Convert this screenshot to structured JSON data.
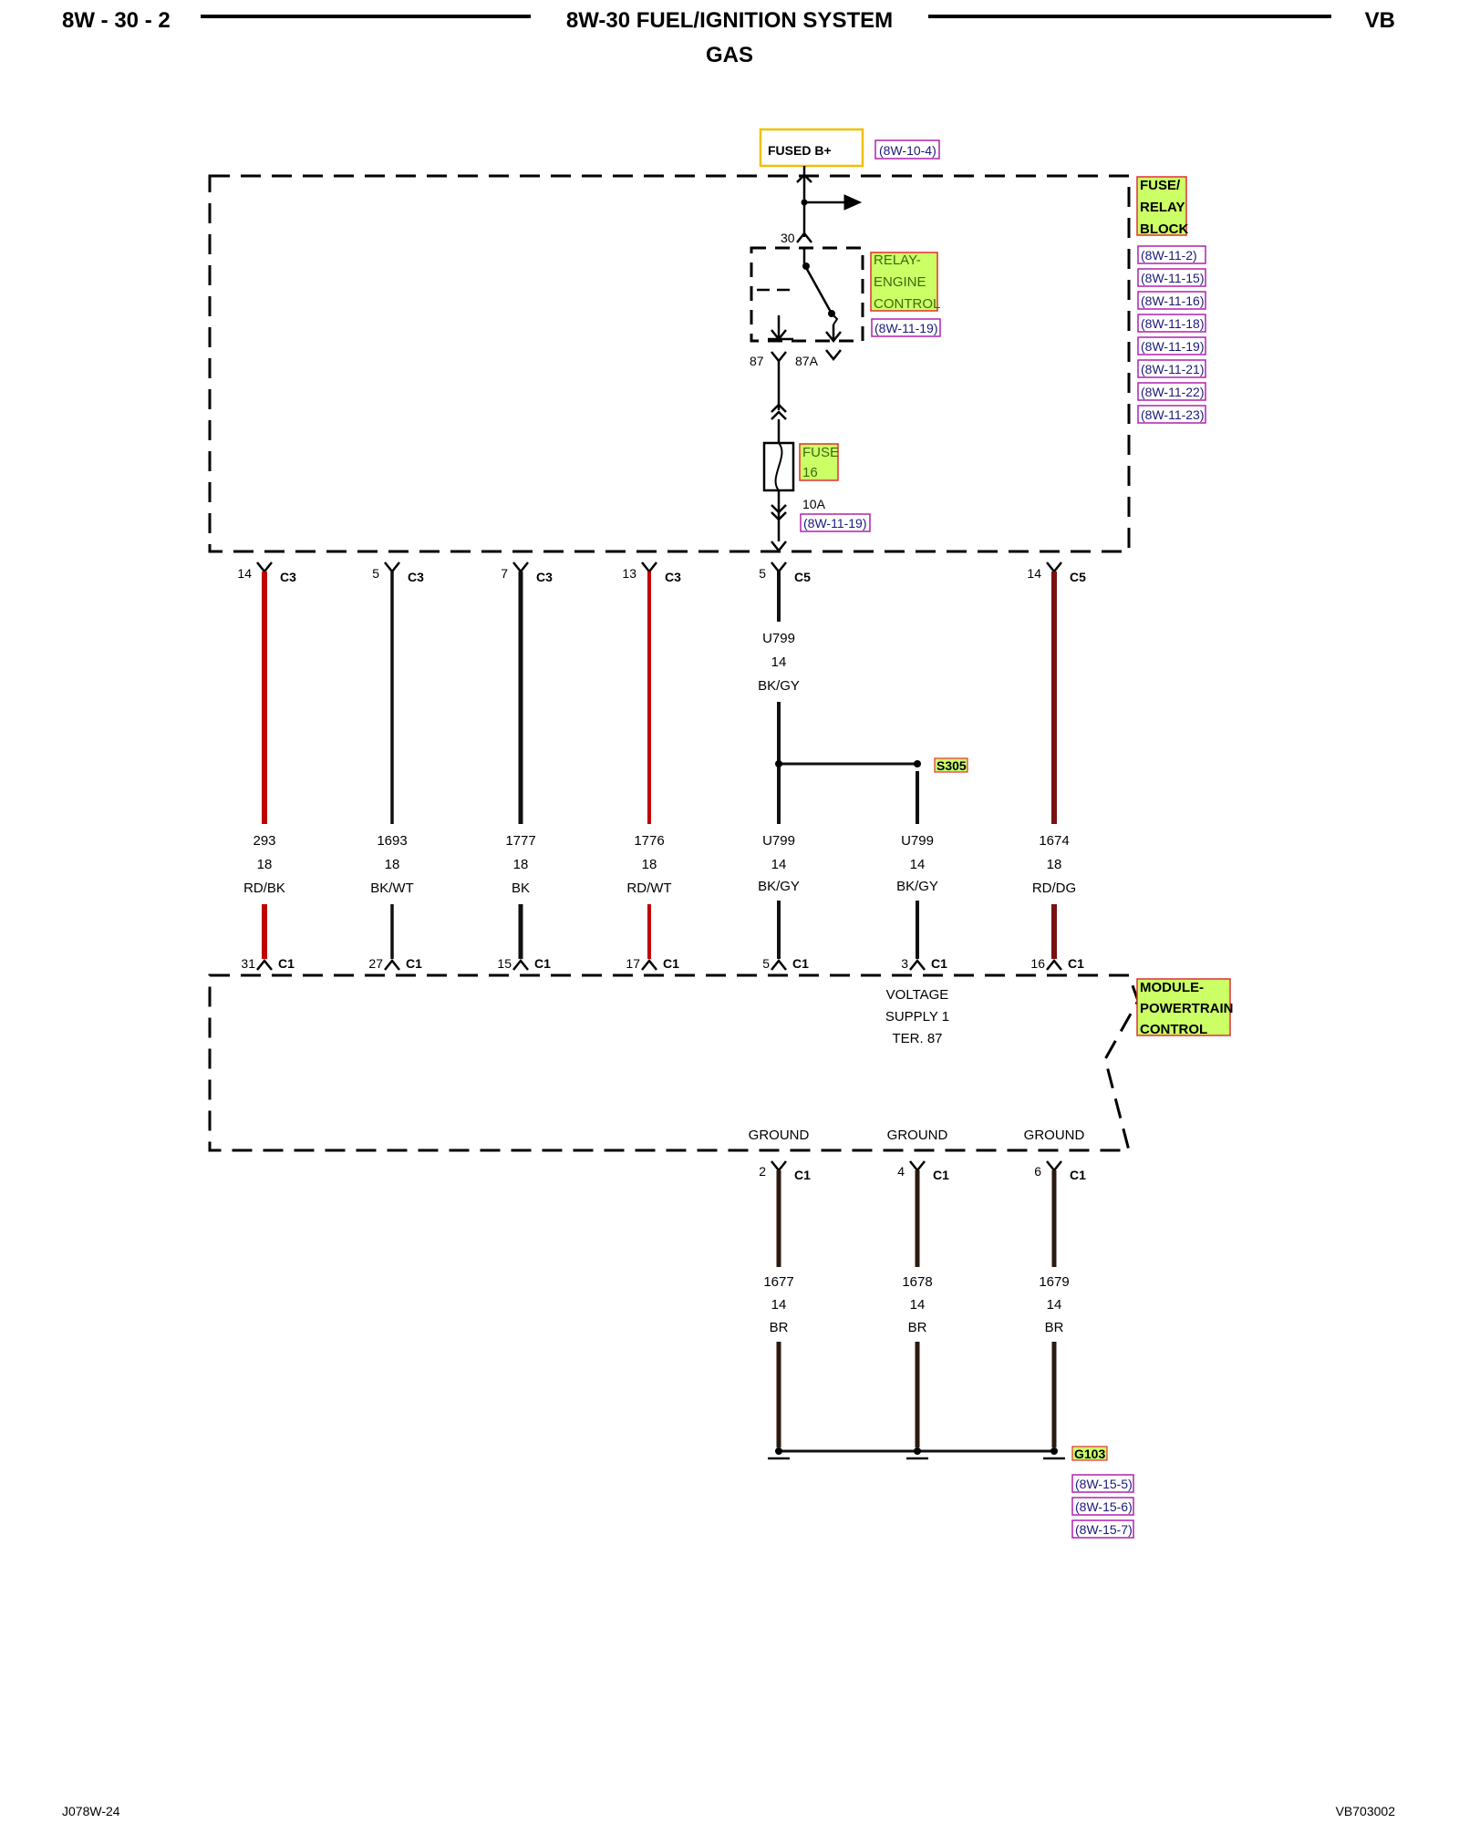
{
  "header": {
    "page": "8W - 30 - 2",
    "title": "8W-30 FUEL/IGNITION SYSTEM",
    "subtitle": "GAS",
    "model": "VB"
  },
  "fused_b": {
    "label": "FUSED B+",
    "ref": "(8W-10-4)"
  },
  "fuse_relay_block": {
    "label_lines": [
      "FUSE/",
      "RELAY",
      "BLOCK"
    ],
    "refs": [
      "(8W-11-2)",
      "(8W-11-15)",
      "(8W-11-16)",
      "(8W-11-18)",
      "(8W-11-19)",
      "(8W-11-21)",
      "(8W-11-22)",
      "(8W-11-23)"
    ]
  },
  "relay": {
    "label_lines": [
      "RELAY-",
      "ENGINE",
      "CONTROL"
    ],
    "ref": "(8W-11-19)",
    "pin_30": "30",
    "pin_87": "87",
    "pin_87a": "87A"
  },
  "fuse": {
    "label_lines": [
      "FUSE",
      "16"
    ],
    "rating": "10A",
    "ref": "(8W-11-19)"
  },
  "top_connectors": [
    {
      "pin": "14",
      "conn": "C3"
    },
    {
      "pin": "5",
      "conn": "C3"
    },
    {
      "pin": "7",
      "conn": "C3"
    },
    {
      "pin": "13",
      "conn": "C3"
    },
    {
      "pin": "5",
      "conn": "C5"
    },
    {
      "pin": "14",
      "conn": "C5"
    }
  ],
  "u799_upper": {
    "circuit": "U799",
    "gauge": "14",
    "color": "BK/GY"
  },
  "splice": {
    "label": "S305"
  },
  "wires": [
    {
      "circuit": "293",
      "gauge": "18",
      "color": "RD/BK"
    },
    {
      "circuit": "1693",
      "gauge": "18",
      "color": "BK/WT"
    },
    {
      "circuit": "1777",
      "gauge": "18",
      "color": "BK"
    },
    {
      "circuit": "1776",
      "gauge": "18",
      "color": "RD/WT"
    },
    {
      "circuit": "U799",
      "gauge": "14",
      "color": "BK/GY"
    },
    {
      "circuit": "U799",
      "gauge": "14",
      "color": "BK/GY"
    },
    {
      "circuit": "1674",
      "gauge": "18",
      "color": "RD/DG"
    }
  ],
  "module_connectors": [
    {
      "pin": "31",
      "conn": "C1"
    },
    {
      "pin": "27",
      "conn": "C1"
    },
    {
      "pin": "15",
      "conn": "C1"
    },
    {
      "pin": "17",
      "conn": "C1"
    },
    {
      "pin": "5",
      "conn": "C1"
    },
    {
      "pin": "3",
      "conn": "C1"
    },
    {
      "pin": "16",
      "conn": "C1"
    }
  ],
  "module": {
    "label_lines": [
      "MODULE-",
      "POWERTRAIN",
      "CONTROL"
    ],
    "voltage_lines": [
      "VOLTAGE",
      "SUPPLY 1",
      "TER. 87"
    ],
    "ground_label": "GROUND"
  },
  "ground_connectors": [
    {
      "pin": "2",
      "conn": "C1"
    },
    {
      "pin": "4",
      "conn": "C1"
    },
    {
      "pin": "6",
      "conn": "C1"
    }
  ],
  "ground_wires": [
    {
      "circuit": "1677",
      "gauge": "14",
      "color": "BR"
    },
    {
      "circuit": "1678",
      "gauge": "14",
      "color": "BR"
    },
    {
      "circuit": "1679",
      "gauge": "14",
      "color": "BR"
    }
  ],
  "ground_point": {
    "label": "G103",
    "refs": [
      "(8W-15-5)",
      "(8W-15-6)",
      "(8W-15-7)"
    ]
  },
  "footer": {
    "left": "J078W-24",
    "right": "VB703002"
  },
  "colors": {
    "red_wire": "#c00000",
    "black_wire": "#111111",
    "highlight": "#ccff66",
    "highlight_border": "#e03030",
    "ref_border": "#b020b0",
    "fused_border": "#f0c000"
  }
}
